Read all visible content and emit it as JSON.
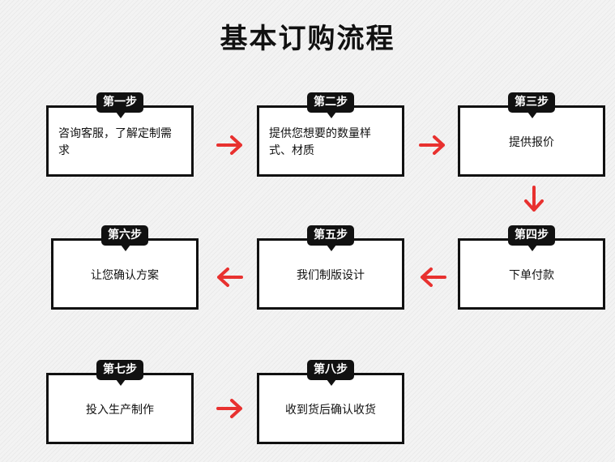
{
  "title": "基本订购流程",
  "steps": [
    {
      "tag": "第一步",
      "text": "咨询客服，了解定制需求"
    },
    {
      "tag": "第二步",
      "text": "提供您想要的数量样式、材质"
    },
    {
      "tag": "第三步",
      "text": "提供报价"
    },
    {
      "tag": "第四步",
      "text": "下单付款"
    },
    {
      "tag": "第五步",
      "text": "我们制版设计"
    },
    {
      "tag": "第六步",
      "text": "让您确认方案"
    },
    {
      "tag": "第七步",
      "text": "投入生产制作"
    },
    {
      "tag": "第八步",
      "text": "收到货后确认收货"
    }
  ],
  "colors": {
    "arrow": "#e8312f",
    "box_border": "#111111",
    "tag_bg": "#111111"
  },
  "arrow_icon": "arrow-icon"
}
